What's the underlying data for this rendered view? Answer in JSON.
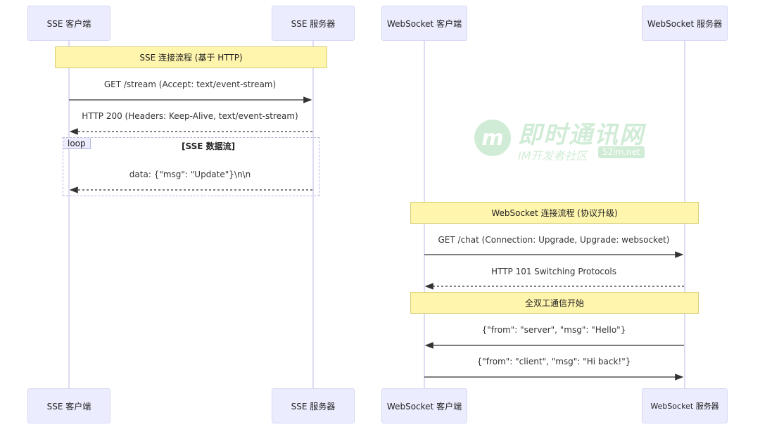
{
  "actors": {
    "sse_client": "SSE 客户端",
    "sse_server": "SSE 服务器",
    "ws_client": "WebSocket 客户端",
    "ws_server": "WebSocket 服务器"
  },
  "sse": {
    "note": "SSE 连接流程 (基于 HTTP)",
    "msg1": "GET /stream (Accept: text/event-stream)",
    "msg2": "HTTP 200 (Headers: Keep-Alive, text/event-stream)",
    "loop_tag": "loop",
    "loop_title": "[SSE 数据流]",
    "msg3": "data: {\"msg\": \"Update\"}\\n\\n"
  },
  "ws": {
    "note1": "WebSocket 连接流程 (协议升级)",
    "msg1": "GET /chat (Connection: Upgrade, Upgrade: websocket)",
    "msg2": "HTTP 101 Switching Protocols",
    "note2": "全双工通信开始",
    "msg3": "{\"from\": \"server\", \"msg\": \"Hello\"}",
    "msg4": "{\"from\": \"client\", \"msg\": \"Hi back!\"}"
  },
  "watermark": {
    "name": "即时通讯网",
    "sub": "IM开发者社区",
    "tag": "52im.net",
    "logo_letter": "m"
  },
  "colors": {
    "actor_fill": "#ececff",
    "note_fill": "#fff5ad",
    "lifeline": "#dcdcf2",
    "watermark": "#9bd7a6"
  }
}
